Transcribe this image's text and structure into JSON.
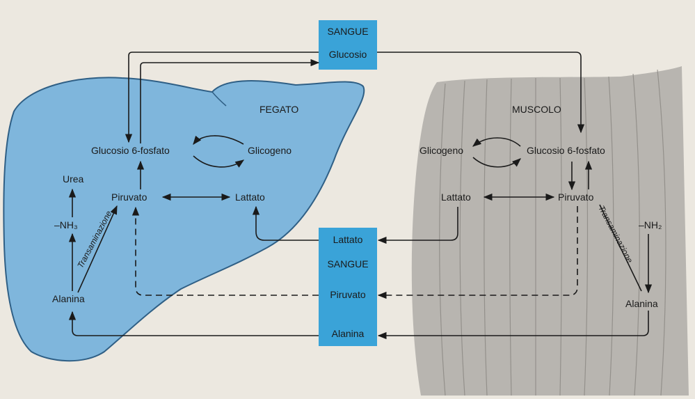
{
  "colors": {
    "blood_box": "#3aa3d8",
    "liver_fill": "#7fb6dc",
    "liver_edge": "#2f5f85",
    "muscle_fill": "#b8b5b0",
    "arrow": "#1a1a1a",
    "page_bg": "#ece8e0"
  },
  "blood": {
    "top_title": "SANGUE",
    "glucose": "Glucosio",
    "lactate": "Lattato",
    "mid_title": "SANGUE",
    "pyruvate": "Piruvato",
    "alanine": "Alanina"
  },
  "liver": {
    "title": "FEGATO",
    "glucose_6p": "Glucosio 6-fosfato",
    "glycogen": "Glicogeno",
    "pyruvate": "Piruvato",
    "lactate": "Lattato",
    "urea": "Urea",
    "nh3": "–NH₃",
    "transamination": "Transaminazione",
    "alanine": "Alanina"
  },
  "muscle": {
    "title": "MUSCOLO",
    "glycogen": "Glicogeno",
    "glucose_6p": "Glucosio 6-fosfato",
    "lactate": "Lattato",
    "pyruvate": "Piruvato",
    "transamination": "Transaminazione",
    "nh2": "–NH₂",
    "alanine": "Alanina"
  }
}
